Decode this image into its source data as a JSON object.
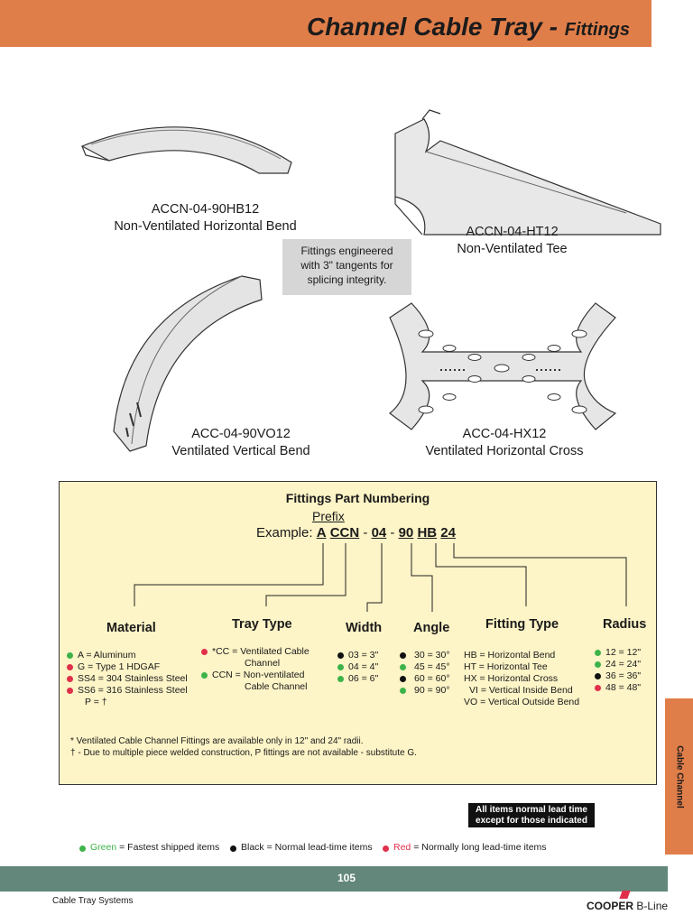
{
  "header": {
    "title": "Channel Cable Tray -",
    "subtitle": "Fittings"
  },
  "figures": [
    {
      "code": "ACCN-04-90HB12",
      "name": "Non-Ventilated Horizontal Bend"
    },
    {
      "code": "ACCN-04-HT12",
      "name": "Non-Ventilated Tee"
    },
    {
      "code": "ACC-04-90VO12",
      "name": "Ventilated Vertical Bend"
    },
    {
      "code": "ACC-04-HX12",
      "name": "Ventilated Horizontal Cross"
    }
  ],
  "note": {
    "lines": [
      "Fittings engineered",
      "with 3\" tangents for",
      "splicing integrity."
    ]
  },
  "part_numbering": {
    "title": "Fittings Part Numbering",
    "prefix_label": "Prefix",
    "example_label": "Example:",
    "example_parts": [
      "A",
      "CCN",
      "-",
      "04",
      "-",
      "90",
      "HB",
      "24"
    ],
    "headings": {
      "material": "Material",
      "tray_type": "Tray Type",
      "width": "Width",
      "angle": "Angle",
      "fitting_type": "Fitting Type",
      "radius": "Radius"
    },
    "material": [
      {
        "dot": "green",
        "text": "A = Aluminum"
      },
      {
        "dot": "red",
        "text": "G = Type 1 HDGAF"
      },
      {
        "dot": "red",
        "text": "SS4 = 304 Stainless Steel"
      },
      {
        "dot": "red",
        "text": "SS6 = 316 Stainless Steel"
      },
      {
        "dot": "",
        "text": "P = †"
      }
    ],
    "tray_type": [
      {
        "dot": "red",
        "text": "*CC = Ventilated Cable"
      },
      {
        "dot": "",
        "text": "Channel"
      },
      {
        "dot": "green",
        "text": "CCN = Non-ventilated"
      },
      {
        "dot": "",
        "text": "Cable Channel"
      }
    ],
    "width": [
      {
        "dot": "black",
        "text": "03 = 3\""
      },
      {
        "dot": "green",
        "text": "04 = 4\""
      },
      {
        "dot": "green",
        "text": "06 = 6\""
      }
    ],
    "angle": [
      {
        "dot": "black",
        "text": "30 = 30°"
      },
      {
        "dot": "green",
        "text": "45 = 45°"
      },
      {
        "dot": "black",
        "text": "60 = 60°"
      },
      {
        "dot": "green",
        "text": "90 = 90°"
      }
    ],
    "fitting_type": [
      "HB = Horizontal Bend",
      "HT = Horizontal Tee",
      "HX = Horizontal Cross",
      "VI = Vertical Inside Bend",
      "VO = Vertical Outside Bend"
    ],
    "radius": [
      {
        "dot": "green",
        "text": "12 = 12\""
      },
      {
        "dot": "green",
        "text": "24 = 24\""
      },
      {
        "dot": "black",
        "text": "36 = 36\""
      },
      {
        "dot": "red",
        "text": "48 = 48\""
      }
    ],
    "footnotes": [
      "* Ventilated Cable Channel Fittings are available only in 12\" and 24\" radii.",
      "† - Due to multiple piece welded construction, P fittings are not available - substitute G."
    ]
  },
  "lead_time_badge": {
    "line1": "All items normal lead time",
    "line2": "except for those indicated"
  },
  "legend": [
    {
      "color_word": "Green",
      "text": "= Fastest shipped items"
    },
    {
      "color_word": "Black",
      "text": "= Normal lead-time items"
    },
    {
      "color_word": "Red",
      "text": "= Normally long lead-time items"
    }
  ],
  "side_tab": "Cable Channel",
  "footer": {
    "page_number": "105",
    "left_text": "Cable Tray Systems",
    "brand_bold": "COOPER",
    "brand_light": "B-Line"
  },
  "colors": {
    "accent": "#e07e4a",
    "footer": "#63877a",
    "panel": "#fdf4c7",
    "green": "#3db34a",
    "red": "#e0304a",
    "black": "#111111"
  }
}
